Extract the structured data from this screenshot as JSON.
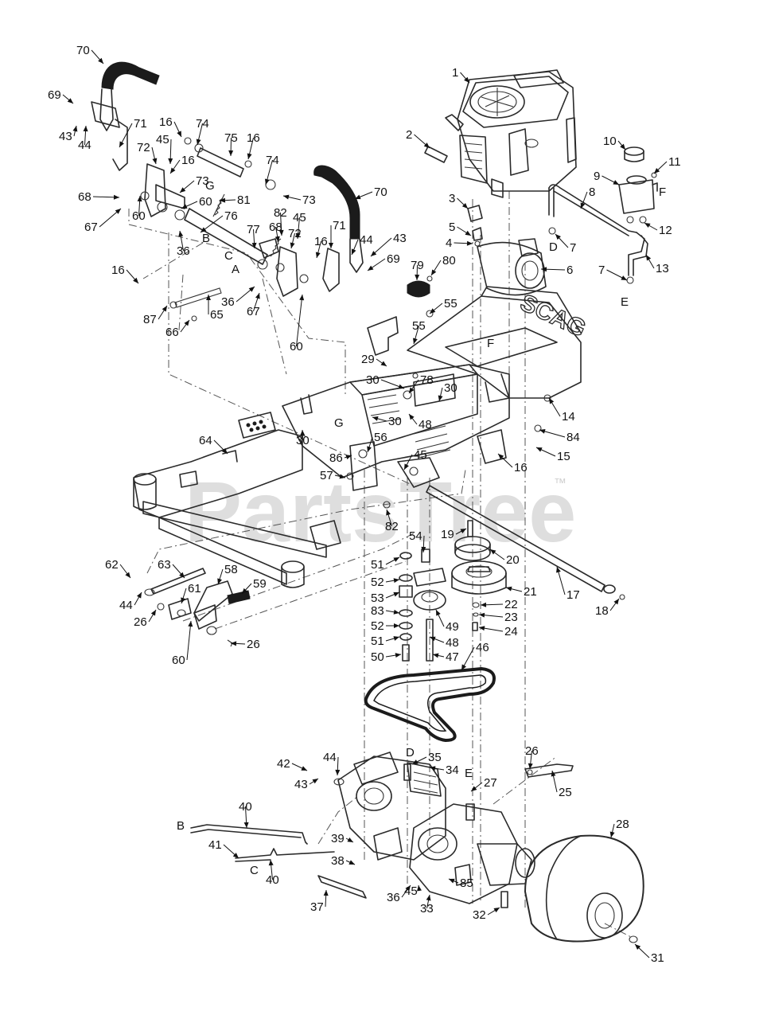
{
  "watermark": {
    "text": "PartsTree",
    "trademark": "™"
  },
  "deck_logo": "SCAG",
  "callouts": [
    {
      "id": "c70a",
      "label": "70"
    },
    {
      "id": "c69a",
      "label": "69"
    },
    {
      "id": "c43a",
      "label": "43"
    },
    {
      "id": "c44a",
      "label": "44"
    },
    {
      "id": "c71a",
      "label": "71"
    },
    {
      "id": "c16a",
      "label": "16"
    },
    {
      "id": "c74a",
      "label": "74"
    },
    {
      "id": "c16b",
      "label": "16"
    },
    {
      "id": "c72a",
      "label": "72"
    },
    {
      "id": "c45a",
      "label": "45"
    },
    {
      "id": "c16c",
      "label": "16"
    },
    {
      "id": "c75",
      "label": "75"
    },
    {
      "id": "c74b",
      "label": "74"
    },
    {
      "id": "c73a",
      "label": "73"
    },
    {
      "id": "c73b",
      "label": "73"
    },
    {
      "id": "c68a",
      "label": "68"
    },
    {
      "id": "c60a",
      "label": "60"
    },
    {
      "id": "c60b",
      "label": "60"
    },
    {
      "id": "c81",
      "label": "81"
    },
    {
      "id": "c76",
      "label": "76"
    },
    {
      "id": "c67a",
      "label": "67"
    },
    {
      "id": "c36a",
      "label": "36"
    },
    {
      "id": "c82a",
      "label": "82"
    },
    {
      "id": "c45b",
      "label": "45"
    },
    {
      "id": "c77",
      "label": "77"
    },
    {
      "id": "c68b",
      "label": "68"
    },
    {
      "id": "c72b",
      "label": "72"
    },
    {
      "id": "c71b",
      "label": "71"
    },
    {
      "id": "c70b",
      "label": "70"
    },
    {
      "id": "c44b",
      "label": "44"
    },
    {
      "id": "c43b",
      "label": "43"
    },
    {
      "id": "c16d",
      "label": "16"
    },
    {
      "id": "c69b",
      "label": "69"
    },
    {
      "id": "c16e",
      "label": "16"
    },
    {
      "id": "c36b",
      "label": "36"
    },
    {
      "id": "c67b",
      "label": "67"
    },
    {
      "id": "c87",
      "label": "87"
    },
    {
      "id": "c65",
      "label": "65"
    },
    {
      "id": "c66",
      "label": "66"
    },
    {
      "id": "c60c",
      "label": "60"
    },
    {
      "id": "c1",
      "label": "1"
    },
    {
      "id": "c2",
      "label": "2"
    },
    {
      "id": "c10",
      "label": "10"
    },
    {
      "id": "c11",
      "label": "11"
    },
    {
      "id": "c9",
      "label": "9"
    },
    {
      "id": "c8",
      "label": "8"
    },
    {
      "id": "c3",
      "label": "3"
    },
    {
      "id": "c12",
      "label": "12"
    },
    {
      "id": "c5",
      "label": "5"
    },
    {
      "id": "c4",
      "label": "4"
    },
    {
      "id": "c7a",
      "label": "7"
    },
    {
      "id": "c13",
      "label": "13"
    },
    {
      "id": "c6",
      "label": "6"
    },
    {
      "id": "c7b",
      "label": "7"
    },
    {
      "id": "c79",
      "label": "79"
    },
    {
      "id": "c80",
      "label": "80"
    },
    {
      "id": "c55a",
      "label": "55"
    },
    {
      "id": "c55b",
      "label": "55"
    },
    {
      "id": "c29",
      "label": "29"
    },
    {
      "id": "c30a",
      "label": "30"
    },
    {
      "id": "c78",
      "label": "78"
    },
    {
      "id": "c30b",
      "label": "30"
    },
    {
      "id": "c30c",
      "label": "30"
    },
    {
      "id": "c48a",
      "label": "48"
    },
    {
      "id": "c14",
      "label": "14"
    },
    {
      "id": "c30d",
      "label": "30"
    },
    {
      "id": "c84",
      "label": "84"
    },
    {
      "id": "c64",
      "label": "64"
    },
    {
      "id": "c56",
      "label": "56"
    },
    {
      "id": "c15",
      "label": "15"
    },
    {
      "id": "c86",
      "label": "86"
    },
    {
      "id": "c45c",
      "label": "45"
    },
    {
      "id": "c16f",
      "label": "16"
    },
    {
      "id": "c57",
      "label": "57"
    },
    {
      "id": "c82b",
      "label": "82"
    },
    {
      "id": "c19",
      "label": "19"
    },
    {
      "id": "c54",
      "label": "54"
    },
    {
      "id": "c20",
      "label": "20"
    },
    {
      "id": "c51a",
      "label": "51"
    },
    {
      "id": "c62",
      "label": "62"
    },
    {
      "id": "c63",
      "label": "63"
    },
    {
      "id": "c58",
      "label": "58"
    },
    {
      "id": "c52a",
      "label": "52"
    },
    {
      "id": "c59",
      "label": "59"
    },
    {
      "id": "c21",
      "label": "21"
    },
    {
      "id": "c17",
      "label": "17"
    },
    {
      "id": "c53",
      "label": "53"
    },
    {
      "id": "c61",
      "label": "61"
    },
    {
      "id": "c44c",
      "label": "44"
    },
    {
      "id": "c22",
      "label": "22"
    },
    {
      "id": "c83",
      "label": "83"
    },
    {
      "id": "c23",
      "label": "23"
    },
    {
      "id": "c18",
      "label": "18"
    },
    {
      "id": "c26a",
      "label": "26"
    },
    {
      "id": "c49",
      "label": "49"
    },
    {
      "id": "c52b",
      "label": "52"
    },
    {
      "id": "c24",
      "label": "24"
    },
    {
      "id": "c48b",
      "label": "48"
    },
    {
      "id": "c26b",
      "label": "26"
    },
    {
      "id": "c51b",
      "label": "51"
    },
    {
      "id": "c60d",
      "label": "60"
    },
    {
      "id": "c50",
      "label": "50"
    },
    {
      "id": "c47",
      "label": "47"
    },
    {
      "id": "c46",
      "label": "46"
    },
    {
      "id": "c26c",
      "label": "26"
    },
    {
      "id": "c35",
      "label": "35"
    },
    {
      "id": "c44d",
      "label": "44"
    },
    {
      "id": "c42",
      "label": "42"
    },
    {
      "id": "c34",
      "label": "34"
    },
    {
      "id": "c25",
      "label": "25"
    },
    {
      "id": "c43c",
      "label": "43"
    },
    {
      "id": "c27",
      "label": "27"
    },
    {
      "id": "c40a",
      "label": "40"
    },
    {
      "id": "c28",
      "label": "28"
    },
    {
      "id": "c39",
      "label": "39"
    },
    {
      "id": "c41",
      "label": "41"
    },
    {
      "id": "c40b",
      "label": "40"
    },
    {
      "id": "c38",
      "label": "38"
    },
    {
      "id": "c85",
      "label": "85"
    },
    {
      "id": "c45d",
      "label": "45"
    },
    {
      "id": "c36c",
      "label": "36"
    },
    {
      "id": "c37",
      "label": "37"
    },
    {
      "id": "c33",
      "label": "33"
    },
    {
      "id": "c32",
      "label": "32"
    },
    {
      "id": "c31",
      "label": "31"
    }
  ],
  "letter_refs": [
    {
      "id": "lG1",
      "label": "G"
    },
    {
      "id": "lB1",
      "label": "B"
    },
    {
      "id": "lC1",
      "label": "C"
    },
    {
      "id": "lA1",
      "label": "A"
    },
    {
      "id": "lF1",
      "label": "F"
    },
    {
      "id": "lD1",
      "label": "D"
    },
    {
      "id": "lE1",
      "label": "E"
    },
    {
      "id": "lF2",
      "label": "F"
    },
    {
      "id": "lG2",
      "label": "G"
    },
    {
      "id": "lD2",
      "label": "D"
    },
    {
      "id": "lE2",
      "label": "E"
    },
    {
      "id": "lB2",
      "label": "B"
    },
    {
      "id": "lC2",
      "label": "C"
    }
  ]
}
